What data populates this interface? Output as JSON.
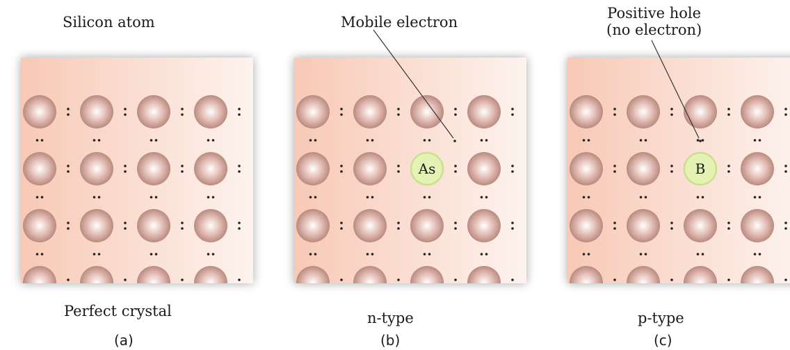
{
  "panels": [
    {
      "id": "a",
      "top_label": "Silicon atom",
      "bottom_label": "Perfect crystal",
      "sub_label": "(a)",
      "dopant": null
    },
    {
      "id": "b",
      "top_label": "Mobile electron",
      "bottom_label": "n-type",
      "sub_label": "(b)",
      "dopant": {
        "symbol": "As",
        "row": 1,
        "col": 2,
        "extra": "mobile electron"
      }
    },
    {
      "id": "c",
      "top_label": "Positive hole\n(no electron)",
      "bottom_label": "p-type",
      "sub_label": "(c)",
      "dopant": {
        "symbol": "B",
        "row": 1,
        "col": 2,
        "extra": "missing electron"
      }
    }
  ],
  "colors": {
    "panel_gradient_start": "#f8c9b6",
    "panel_gradient_end": "#fdf3ee",
    "atom_highlight": "#ffffff",
    "atom_mid": "#e3bdb4",
    "atom_edge": "#b98a80",
    "dopant_fill": "#e4f2b4",
    "dopant_edge": "#c9e08c",
    "dots": "#222222",
    "leader_line": "#333333"
  }
}
